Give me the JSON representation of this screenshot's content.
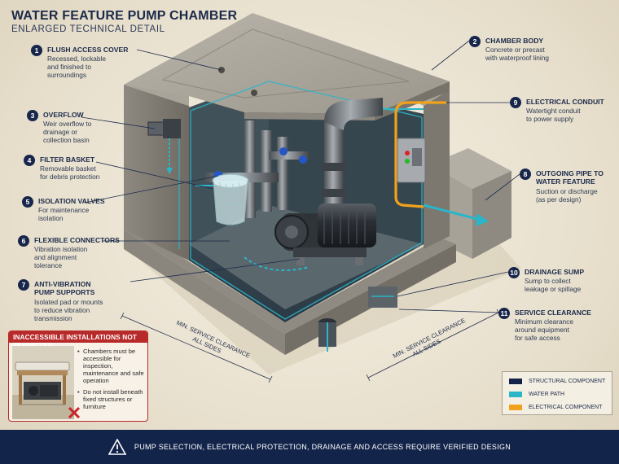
{
  "header": {
    "title": "WATER FEATURE PUMP CHAMBER",
    "subtitle": "ENLARGED TECHNICAL DETAIL"
  },
  "callouts_left": [
    {
      "num": "1",
      "title": "FLUSH ACCESS COVER",
      "desc": [
        "Recessed, lockable",
        "and finished to",
        "surroundings"
      ]
    },
    {
      "num": "3",
      "title": "OVERFLOW",
      "desc": [
        "Weir overflow to",
        "drainage or",
        "collection basin"
      ]
    },
    {
      "num": "4",
      "title": "FILTER BASKET",
      "desc": [
        "Removable basket",
        "for debris protection"
      ]
    },
    {
      "num": "5",
      "title": "ISOLATION VALVES",
      "desc": [
        "For maintenance",
        "isolation"
      ]
    },
    {
      "num": "6",
      "title": "FLEXIBLE CONNECTORS",
      "desc": [
        "Vibration isolation",
        "and alignment",
        "tolerance"
      ]
    },
    {
      "num": "7",
      "title": [
        "ANTI-VIBRATION",
        "PUMP SUPPORTS"
      ],
      "desc": [
        "Isolated pad or mounts",
        "to reduce vibration",
        "transmission"
      ]
    }
  ],
  "callouts_right": [
    {
      "num": "2",
      "title": "CHAMBER BODY",
      "desc": [
        "Concrete or precast",
        "with waterproof lining"
      ]
    },
    {
      "num": "9",
      "title": "ELECTRICAL CONDUIT",
      "desc": [
        "Watertight conduit",
        "to power supply"
      ]
    },
    {
      "num": "8",
      "title": [
        "OUTGOING PIPE TO",
        "WATER FEATURE"
      ],
      "desc": [
        "Suction or discharge",
        "(as per design)"
      ]
    },
    {
      "num": "10",
      "title": "DRAINAGE SUMP",
      "desc": [
        "Sump to collect",
        "leakage or spillage"
      ]
    },
    {
      "num": "11",
      "title": "SERVICE CLEARANCE",
      "desc": [
        "Minimum clearance",
        "around equipment",
        "for safe access"
      ]
    }
  ],
  "dimensions": {
    "left": [
      "MIN. SERVICE CLEARANCE",
      "ALL SIDES"
    ],
    "right": [
      "MIN. SERVICE CLEARANCE",
      "ALL SIDES"
    ]
  },
  "warning": {
    "title": "INACCESSIBLE INSTALLATIONS NOT PERMITTED",
    "items": [
      "Chambers must be accessible for inspection, maintenance and safe operation",
      "Do not install beneath fixed structures or furniture"
    ]
  },
  "legend": [
    {
      "label": "STRUCTURAL COMPONENT",
      "color": "#14224a"
    },
    {
      "label": "WATER PATH",
      "color": "#2bb5c9"
    },
    {
      "label": "ELECTRICAL COMPONENT",
      "color": "#f0a21c"
    }
  ],
  "footer": {
    "text": "PUMP SELECTION, ELECTRICAL PROTECTION, DRAINAGE AND ACCESS REQUIRE VERIFIED DESIGN",
    "icon": "warning-triangle-icon"
  },
  "colors": {
    "navy": "#13244a",
    "water": "#2bb5c9",
    "electrical": "#f0a21c",
    "warning_red": "#b82a2a"
  }
}
